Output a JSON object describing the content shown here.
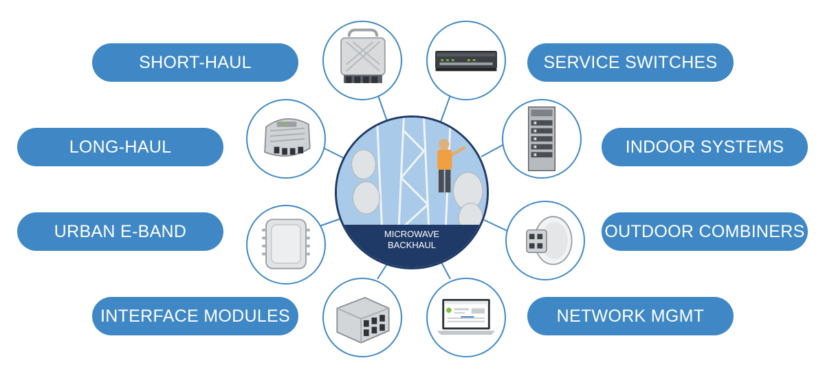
{
  "center": {
    "line1": "MICROWAVE",
    "line2": "BACKHAUL"
  },
  "categories": [
    {
      "label": "SHORT-HAUL",
      "icon": "outdoor-radio-icon"
    },
    {
      "label": "LONG-HAUL",
      "icon": "long-haul-radio-icon"
    },
    {
      "label": "URBAN E-BAND",
      "icon": "e-band-radio-icon"
    },
    {
      "label": "INTERFACE MODULES",
      "icon": "interface-module-icon"
    },
    {
      "label": "SERVICE SWITCHES",
      "icon": "rack-switch-icon"
    },
    {
      "label": "INDOOR SYSTEMS",
      "icon": "indoor-chassis-icon"
    },
    {
      "label": "OUTDOOR COMBINERS",
      "icon": "dish-combiner-icon"
    },
    {
      "label": "NETWORK MGMT",
      "icon": "laptop-dashboard-icon"
    }
  ],
  "colors": {
    "pill": "#3f88c5",
    "center_band": "#1f3a66",
    "line": "#3f88c5"
  }
}
